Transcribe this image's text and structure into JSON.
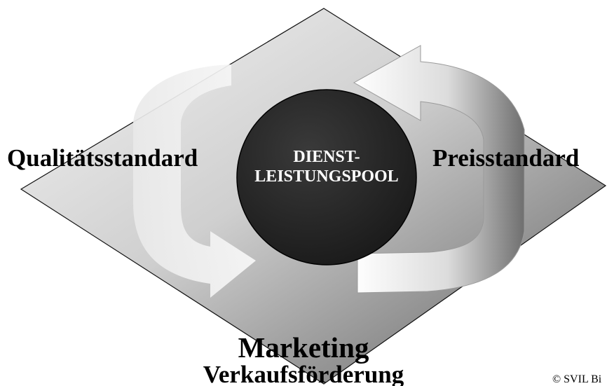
{
  "diagram": {
    "center_line1": "DIENST-",
    "center_line2": "LEISTUNGSPOOL",
    "left_label": "Qualitätsstandard",
    "right_label": "Preisstandard",
    "bottom_label": "Marketing",
    "bottom_sublabel": "Verkaufsförderung",
    "copyright": "© SVIL Bi"
  },
  "colors": {
    "diamond_light": "#f2f2f2",
    "diamond_dark": "#6e6e6e",
    "center_circle": "#2a2a2a",
    "arrow_light": "#fafafa",
    "arrow_dark": "#8a8a8a"
  }
}
